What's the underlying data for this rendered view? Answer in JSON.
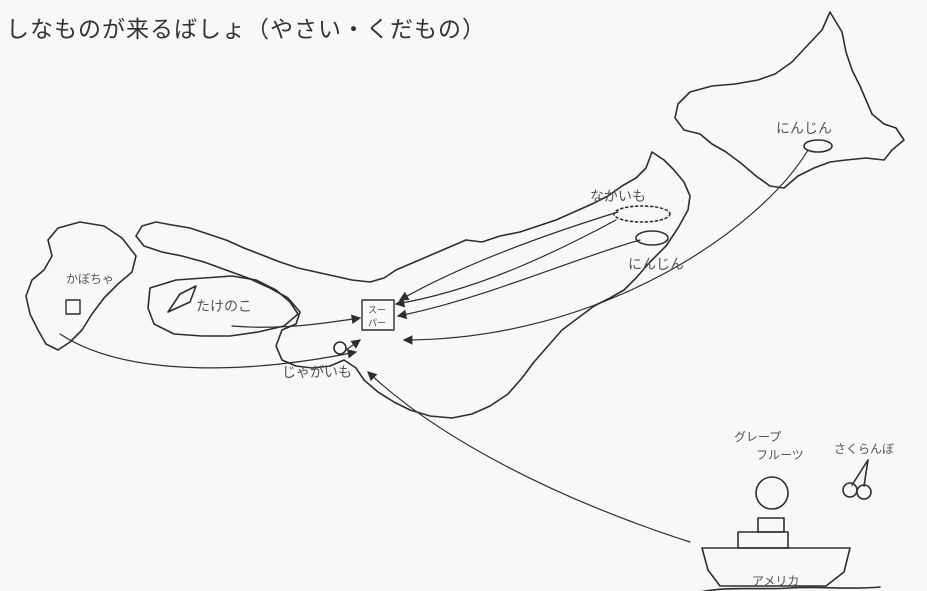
{
  "title": "しなものが来るばしょ（やさい・くだもの）",
  "labels": {
    "carrot_hokkaido": "にんじん",
    "nagaimo": "ながいも",
    "carrot_tohoku": "にんじん",
    "kabocha": "かぼちゃ",
    "takenoko": "たけのこ",
    "jagaimo": "じゃがいも",
    "grapefruit_line1": "グレープ",
    "grapefruit_line2": "フルーツ",
    "sakuranbo": "さくらんぼ",
    "america": "アメリカ",
    "supermarket_line1": "スー",
    "supermarket_line2": "パー"
  }
}
